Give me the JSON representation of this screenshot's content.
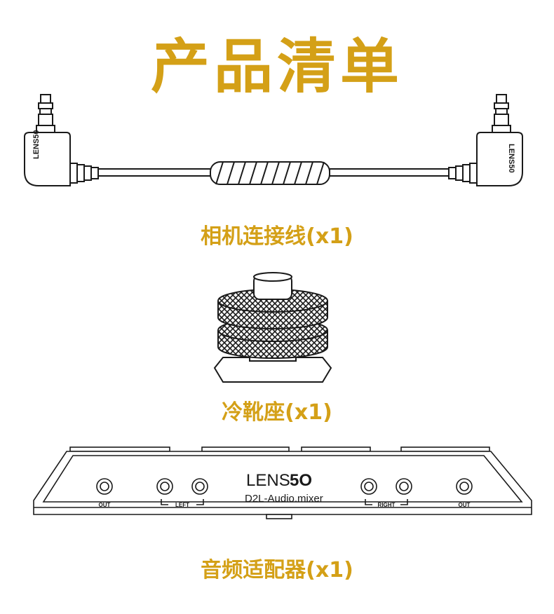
{
  "theme": {
    "accent": "#D4A017",
    "line": "#1a1a1a"
  },
  "title": "产品清单",
  "items": [
    {
      "caption": "相机连接线(x1)",
      "brand_on_plug": "LENS50"
    },
    {
      "caption": "冷靴座(x1)"
    },
    {
      "caption": "音频适配器(x1)",
      "brand": "LENS",
      "brand_suffix": "5O",
      "model": "D2L-Audio.mixer",
      "port_labels": [
        "OUT",
        "LEFT",
        "RIGHT",
        "OUT"
      ]
    }
  ]
}
